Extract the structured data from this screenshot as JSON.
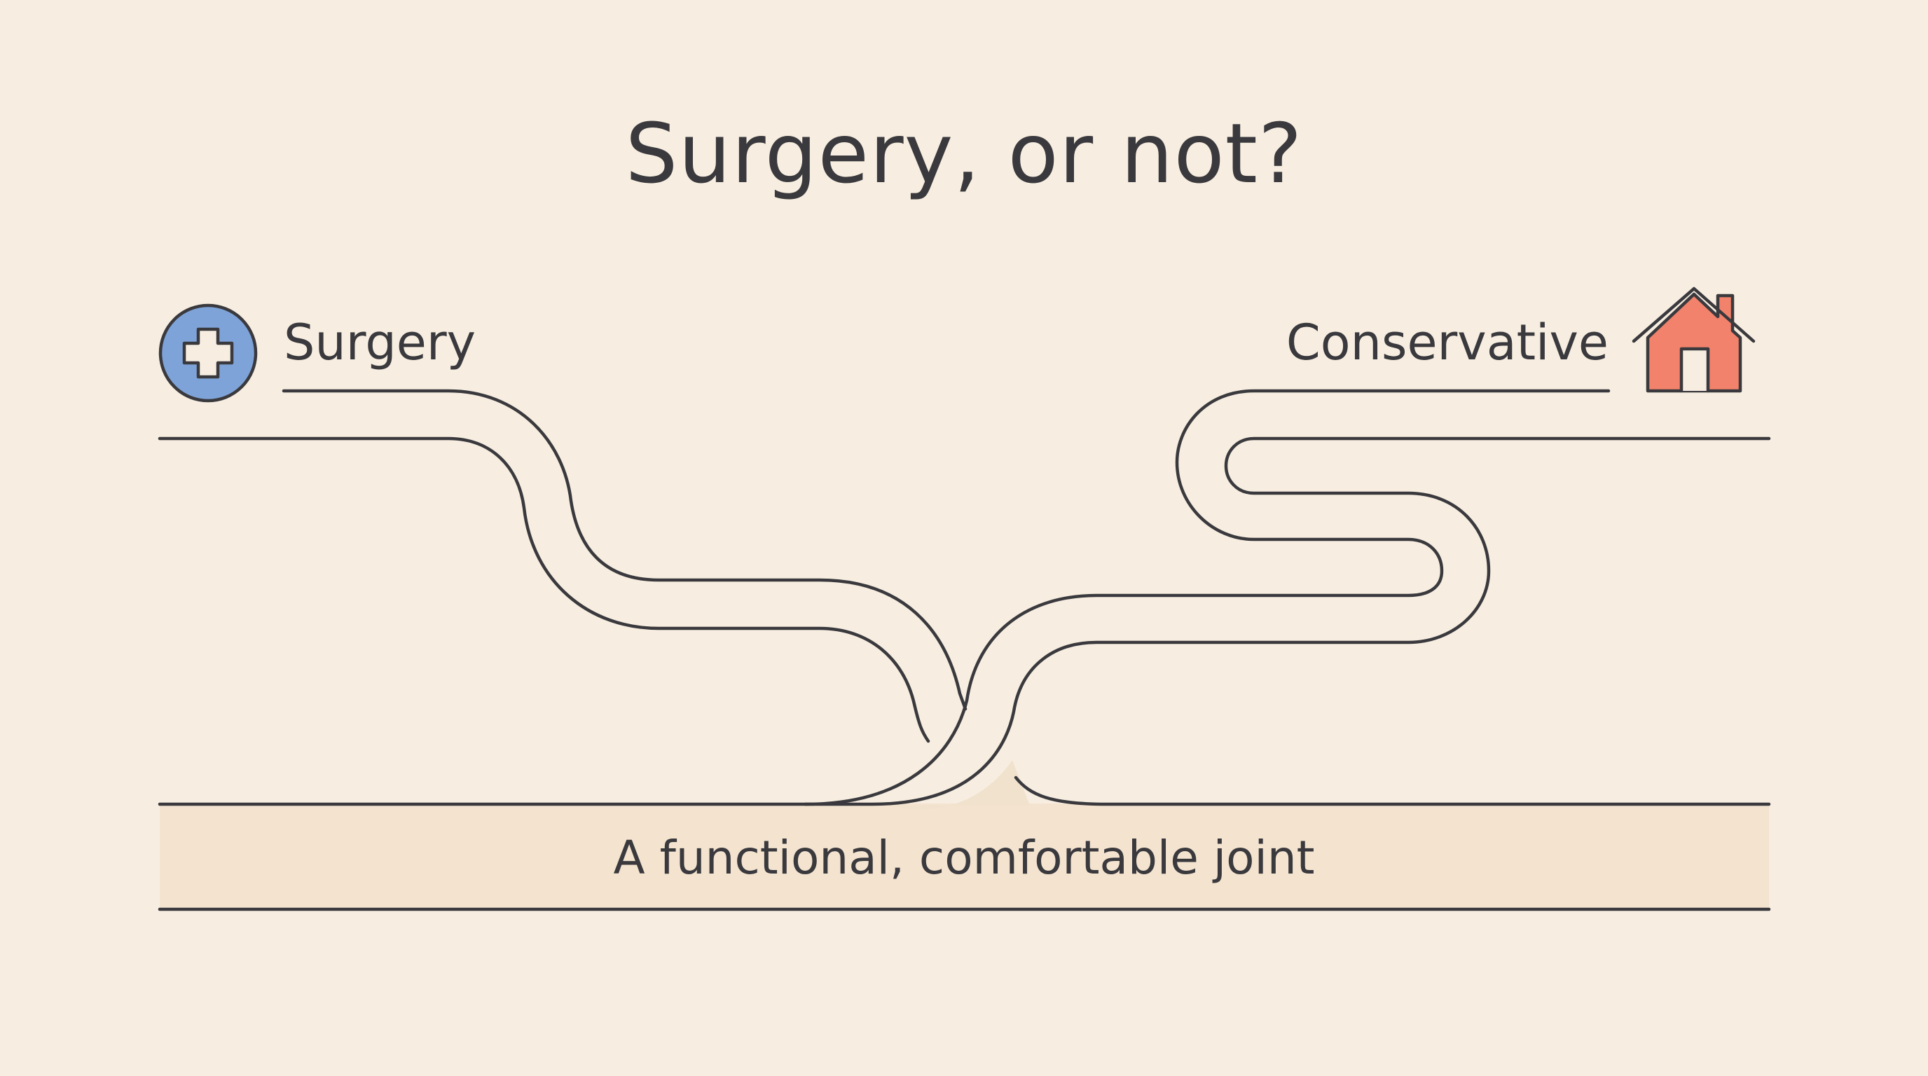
{
  "title": "Surgery, or not?",
  "paths": {
    "surgery": {
      "label": "Surgery",
      "icon": "medical-cross-icon",
      "icon_color": "#7ea3d8"
    },
    "conservative": {
      "label": "Conservative",
      "icon": "house-icon",
      "icon_color": "#f2826b"
    }
  },
  "goal": {
    "label": "A functional, comfortable joint",
    "band_color": "#f3e3cf"
  },
  "colors": {
    "background": "#f7eee1",
    "line": "#3a393d"
  }
}
